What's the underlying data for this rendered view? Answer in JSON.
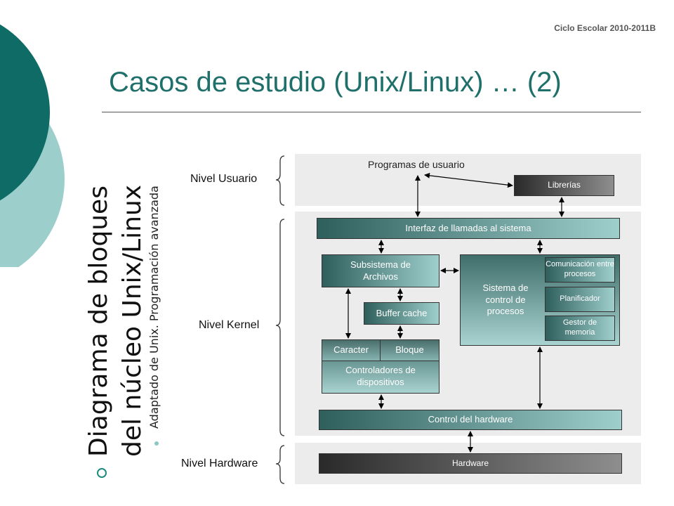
{
  "header": {
    "cycle": "Ciclo Escolar 2010-2011B"
  },
  "title": "Casos de estudio (Unix/Linux) … (2)",
  "side": {
    "heading_line1": "Diagrama de bloques",
    "heading_line2": "del núcleo Unix/Linux",
    "subtitle": "Adaptado de Unix. Programación avanzada"
  },
  "levels": {
    "user": "Nivel Usuario",
    "kernel": "Nivel Kernel",
    "hardware": "Nivel Hardware"
  },
  "diagram": {
    "user_programs": "Programas de usuario",
    "libraries": "Librerías",
    "syscall_interface": "Interfaz de llamadas al sistema",
    "file_subsystem": "Subsistema de Archivos",
    "buffer_cache": "Buffer cache",
    "char": "Caracter",
    "block": "Bloque",
    "device_drivers": "Controladores de dispositivos",
    "process_control": "Sistema de control de procesos",
    "ipc": "Comunicación entre procesos",
    "scheduler": "Planificador",
    "memory_manager": "Gestor de memoria",
    "hardware_control": "Control del hardware",
    "hardware": "Hardware"
  },
  "colors": {
    "title": "#1f6f6a",
    "deco_dark": "#0e6b66",
    "deco_light": "#9ccfcc",
    "panel": "#ececec"
  }
}
